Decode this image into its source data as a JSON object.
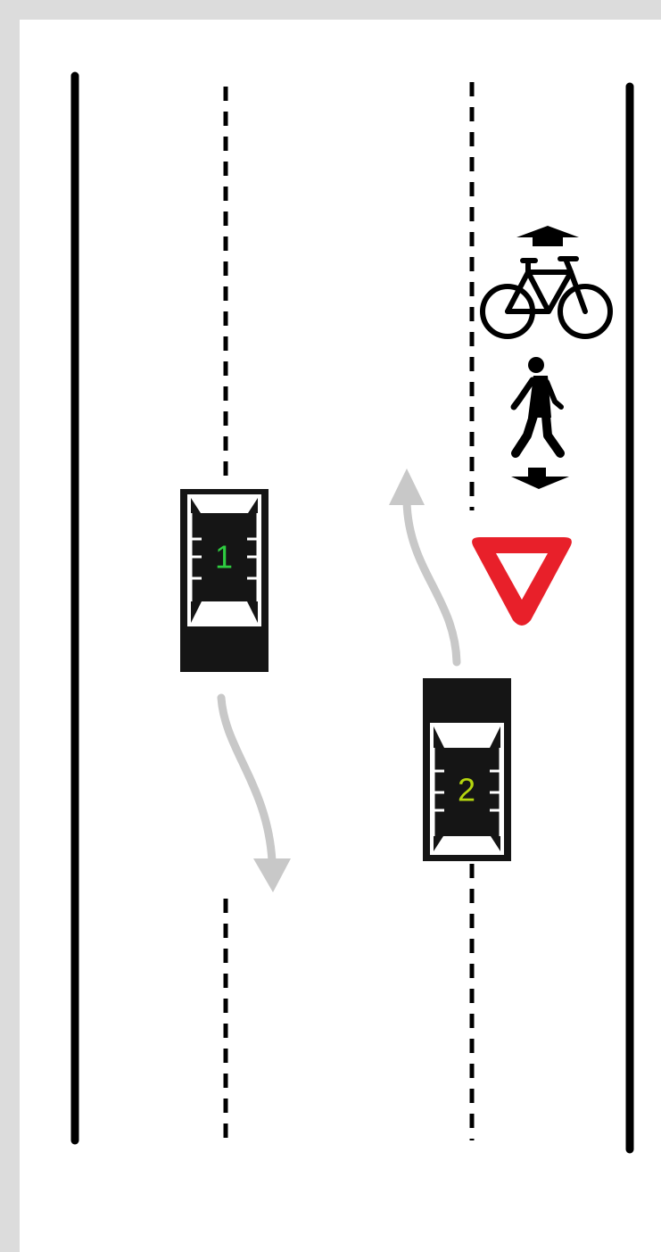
{
  "diagram": {
    "background_color": "#dcdcdc",
    "road_color": "#ffffff",
    "line_color": "#000000",
    "path_arrow_color": "#c8c8c8",
    "cars": [
      {
        "label": "1",
        "label_color": "#2ecc40",
        "direction": "down"
      },
      {
        "label": "2",
        "label_color": "#b5d60f",
        "direction": "up"
      }
    ],
    "signs": {
      "yield": {
        "fill": "#e8202a",
        "inner": "#ffffff"
      },
      "bicycle": {
        "icon": "bicycle-icon",
        "arrow": "up"
      },
      "pedestrian": {
        "icon": "pedestrian-icon",
        "arrow": "down"
      }
    }
  }
}
